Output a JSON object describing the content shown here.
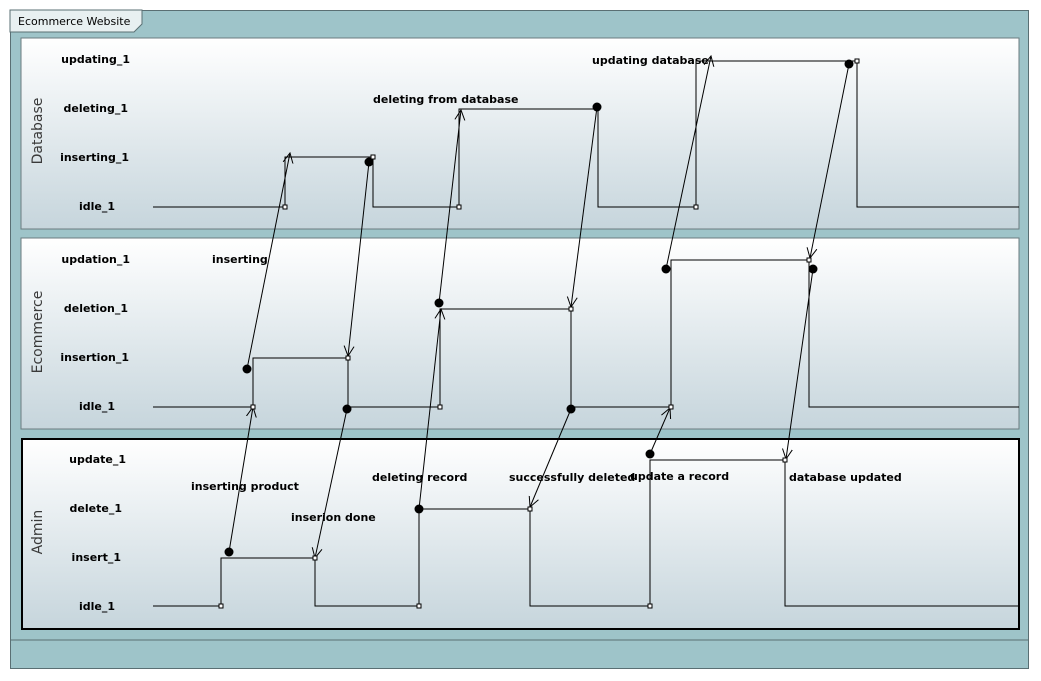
{
  "frame": {
    "title": "Ecommerce Website"
  },
  "lanes": [
    {
      "name": "Database",
      "states": [
        "updating_1",
        "deleting_1",
        "inserting_1",
        "idle_1"
      ]
    },
    {
      "name": "Ecommerce",
      "states": [
        "updation_1",
        "deletion_1",
        "insertion_1",
        "idle_1"
      ]
    },
    {
      "name": "Admin",
      "states": [
        "update_1",
        "delete_1",
        "insert_1",
        "idle_1"
      ]
    }
  ],
  "messages": {
    "inserting": "inserting",
    "deleting_from_database": "deleting from database",
    "updating_database": "updating database",
    "inserting_product": "inserting product",
    "insertion_done": "inserion done",
    "deleting_record": "deleting record",
    "successfully_deleted": "successfully deleted",
    "update_a_record": "update a record",
    "database_updated": "database updated"
  },
  "colors": {
    "frame": "#9ec4c9",
    "lane_top": "#ffffff",
    "lane_bottom": "#c6d5dc",
    "line": "#000000"
  }
}
